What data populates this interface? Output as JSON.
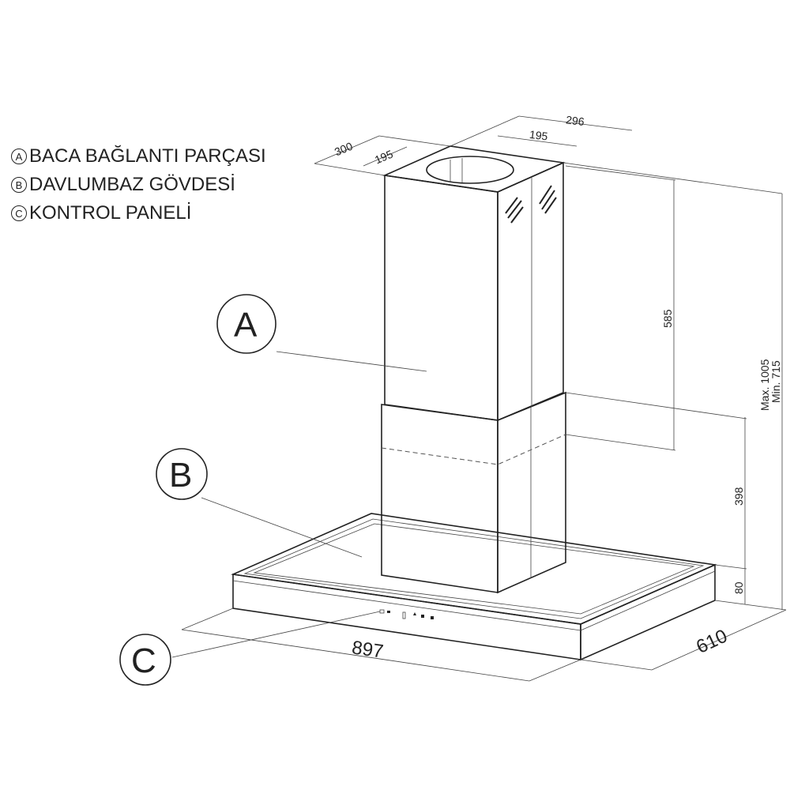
{
  "legend": [
    {
      "letter": "A",
      "label": "BACA BAĞLANTI PARÇASI"
    },
    {
      "letter": "B",
      "label": "DAVLUMBAZ GÖVDESİ"
    },
    {
      "letter": "C",
      "label": "KONTROL PANELİ"
    }
  ],
  "callouts": {
    "a": "A",
    "b": "B",
    "c": "C"
  },
  "dimensions": {
    "top_depth_outer": "300",
    "top_depth_inner": "195",
    "top_width_outer": "296",
    "top_width_inner": "195",
    "chimney_upper": "585",
    "chimney_lower": "398",
    "hood_thickness": "80",
    "height_max": "Max. 1005",
    "height_min": "Min. 715",
    "width": "897",
    "depth": "610"
  }
}
